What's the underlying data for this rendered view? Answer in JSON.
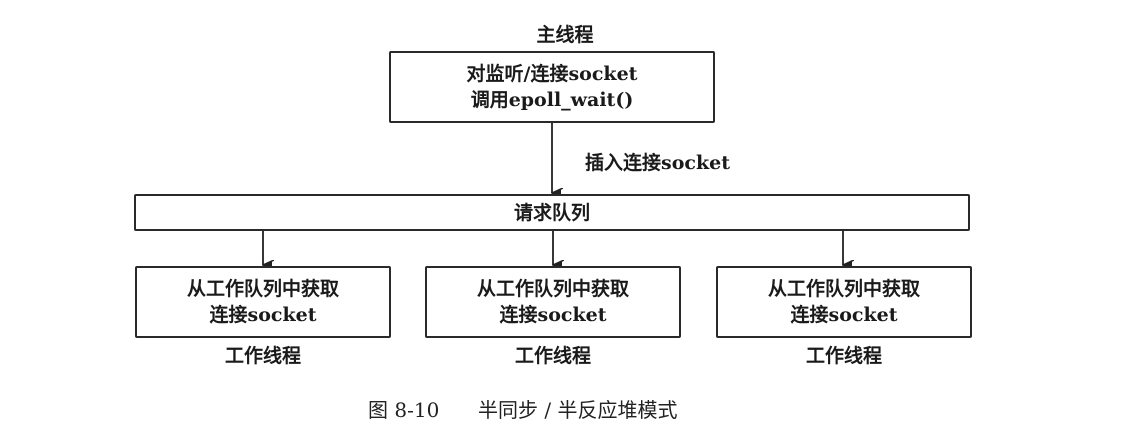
{
  "main_thread": {
    "title": "主线程",
    "line1": "对监听/连接socket",
    "line2": "调用epoll_wait()"
  },
  "insert_label": "插入连接socket",
  "request_queue": "请求队列",
  "workers": [
    {
      "line1": "从工作队列中获取",
      "line2": "连接socket",
      "title": "工作线程"
    },
    {
      "line1": "从工作队列中获取",
      "line2": "连接socket",
      "title": "工作线程"
    },
    {
      "line1": "从工作队列中获取",
      "line2": "连接socket",
      "title": "工作线程"
    }
  ],
  "caption": {
    "figure_no": "图 8-10",
    "text": "半同步 / 半反应堆模式"
  }
}
